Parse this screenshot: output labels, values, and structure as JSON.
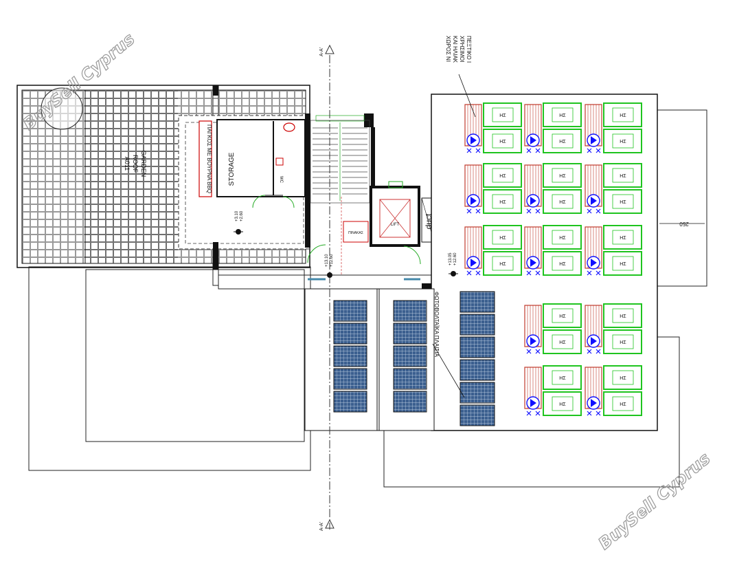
{
  "watermark": {
    "text": "BuySell Cyprus"
  },
  "section_marks": {
    "top": "A-A'",
    "bottom": "A-A'"
  },
  "roof_garden": {
    "code": "A011",
    "line1": "ROOF",
    "line2": "GARDEN"
  },
  "bbq": {
    "label": "ΠΑΓΚΟΣ ΜΕ ΒΟΥΡΝΑ BBQ"
  },
  "storage": {
    "label": "STORAGE"
  },
  "duct": {
    "label": "duct"
  },
  "solar_note": {
    "line1": "ΧΩΡΟΣ ΝΙ",
    "line2": "ΚΑΙ ΗΛΙΑΚ",
    "line3": "ΧΡΗΣΙΜΟΙ",
    "line4": "ΠΕΞΤΙΚΟ Ι"
  },
  "pv_label": {
    "text": "ΦΩΤΟΒΟΛΤΑΪΚΑ ΠΛΑΙΣΙΑ"
  },
  "level_marks": [
    {
      "line1": "+3.10",
      "line2": "+2.60"
    },
    {
      "line1": "+13.10",
      "line2": "+12.60"
    },
    {
      "line1": "+13.05",
      "line2": "+12.60"
    }
  ],
  "heater_tag": "ΗΣ",
  "dimension": {
    "text": "250"
  },
  "small_text": {
    "wc": "WC",
    "lift": "LIFT",
    "cabinet": "ΠΙΝΑΚΑΣ"
  },
  "colors": {
    "wall": "#111111",
    "heater_frame": "#1fc41f",
    "collector": "#c0392b",
    "pump": "#1010ff",
    "panel_fill": "#3b5f8f",
    "bbq_frame": "#cc0000"
  }
}
